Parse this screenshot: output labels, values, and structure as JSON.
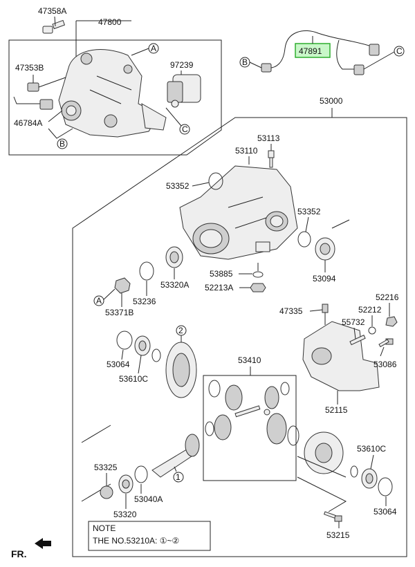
{
  "labels": {
    "p47358A": "47358A",
    "p47800": "47800",
    "p47353B": "47353B",
    "p97239": "97239",
    "p46784A": "46784A",
    "p47891": "47891",
    "p53000": "53000",
    "p53113": "53113",
    "p53110": "53110",
    "p53352a": "53352",
    "p53352b": "53352",
    "p53885": "53885",
    "p52213A": "52213A",
    "p53094": "53094",
    "p53320A": "53320A",
    "p53236": "53236",
    "p53371B": "53371B",
    "p47335": "47335",
    "p52216": "52216",
    "p52212": "52212",
    "p55732": "55732",
    "p53086": "53086",
    "p52115": "52115",
    "p53064a": "53064",
    "p53610Ca": "53610C",
    "p53410": "53410",
    "p53610Cb": "53610C",
    "p53064b": "53064",
    "p53325": "53325",
    "p53320": "53320",
    "p53040A": "53040A",
    "p53215": "53215",
    "fr": "FR."
  },
  "callouts": {
    "A": "A",
    "B": "B",
    "C": "C",
    "one": "1",
    "two": "2"
  },
  "note": {
    "title": "NOTE",
    "text": "THE NO.53210A: ①~②"
  },
  "colors": {
    "highlight_fill": "#c9f7c9",
    "highlight_stroke": "#2fae2f"
  }
}
